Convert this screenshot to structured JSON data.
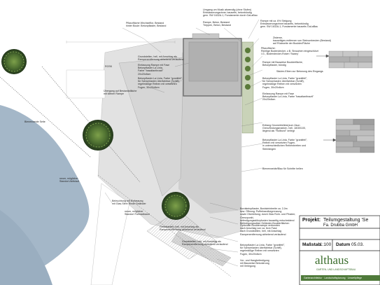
{
  "plan": {
    "annotations": {
      "a1": "Umgang um Musik abwendig (ohne Stufen)\nEntwässerungsrinne; bauseits, betonbündig\ngem. SW 1632A-1, Fundamente durch GaLaBau",
      "a2": "Pflanzfläche Wechselflor, Bestand\nhinter Boule: Betonpflaster, Bestand",
      "a3": "Rampe, Beton, Bestand\nTreppen, Beton, Bestand",
      "a4": "Rampe mit ca. 6% Steigung\nEntwässerungsrinne bauseits, betonbündig\ngem. SW 1632A-1, Fundamente bauseits GaLaBau",
      "a5": "Zisterne,\nbauseitiges entfernen von Steinumbeuten (Bestand)\nauf Rückseite der Boulder/Fläche",
      "a6": "Pflanzfläche:\nRichtige Bodendecker, z.B. Strauchen eingeschürzt\nI.G., Bodendecker-Rosen 'Swany'",
      "a7": "ROSK",
      "a8": "Grundstellen, hell, mit Anschlag als\nRampenentfernung abhebend verlaufend",
      "a9": "Einfassung Rampe mit Fase\nBetonpflaster La Linia,\nFarbe \"basaltanthrazit\"\n20x20x8cm",
      "a10": "Rampe mit Bauweise Boulderfläche,\nBetonpflaster, bündig",
      "a11": "Betonpflaster La Linia, Farbe \"granitfeil\",\nfür Schwerlasten überfahrbar (Schiff),\nregelmäßige Reihen mit versetzten\nFugen, 30x20x8cm",
      "a12": "Übergang auf Bestandsfläche\nmit kleiner Rampe",
      "a13": "Säulen-Eiben zur Betonung des Eingangs",
      "a14": "Betonpflaster La Linia, Farbe \"granitfeil\",\nfür Schwerlasten überfahrbar (Schiff),\nregelmäßige Reihen mit versetzten\nFugen, 30x20x8cm",
      "a15": "Einfassung Rampe mit Fase\nBetonpflaster La Linia, Farbe \"basaltanthrazit\"\n20x20x8cm",
      "a16": "Bienenweide Seite",
      "a17": "Entlang Geometrielinie(zum Zaun\nGrenzfindungsmarken, hell, 18/30/100,\nliegend als \"Rollbord\" verlegt",
      "a18": "Betonpflaster La Linia, Farbe \"granitfeil\",\nReihen mit versetzten Fugen,\nin unterschiedlichen Reihenbreiten und\nSteinlängen",
      "a19": "Bienenweide/Blau für Schritte hellen",
      "a20": "neuer, möglicher\nStandort Aktivlauf",
      "a21": "Beleuchtung mit Einfassung\nmit Glas-Stein Rinde Geländer",
      "a22": "neuer, möglicher\nStandort Fahrradbaum",
      "a23": "Grundstellen, hell, mit Anschlag als\nRampenentfernung abhebend verlaufend",
      "a24": "Bordsteinpflaster, Bordsteinbreite ca. 2,0m\nbzw. Öffnung: Pufferbandbegrenzung\nsowie Oberleitung; durch Glas Rohr- und Pfosten; Grenzpunkt,\nbefestigungsstützpfosten bauseitig entscheidend\nBefestigungssätze Geländer-Boulderflächen",
      "a25": "Optionale Boulderrampe verbunden\nnach Anschlag von ca. 6cm Fase\nnach Grundstellen, hell, mit Anschlag\nRampenentfernung abhebend verlaufend",
      "a26": "Grundstellen, hell, mit Anschlag als\nRampenentfernung abhebend verlaufend",
      "a27": "Betonpflaster La Linia, Farbe \"granitfeil\",\nfür Schwerlasten überfahrbar (Schiff),\nregelmäßige Reihen mit versetzten\nFugen, 30x20x8cm",
      "a28": "Vor- und Hangbefestigung\nmit Bauweise Betonierung\nmit Verlegung"
    }
  },
  "title_block": {
    "projekt_label": "Projekt:",
    "projekt_value": "Teilumgestaltung 'Se",
    "company": "Fa. Drubba GmbH",
    "massstab_label": "Maßstab",
    "massstab_value": "1:100",
    "datum_label": "Datum",
    "datum_value": "05.03.",
    "logo_text": "althaus",
    "logo_subtitle": "GARTEN- UND LANDSCHAFTSBAU",
    "tagline": "Gartenarchitektur · Landschaftsplanung · Umweltpflege"
  },
  "colors": {
    "water": "#a4b7c8",
    "paving_dark": "#b5b5b5",
    "paving_mid": "#cdcdcd",
    "paving_light": "#e0e0e0",
    "tree_green": "#3d5e2a",
    "logo_green": "#3c6e2e",
    "tagline_bg": "#4f7a3a"
  }
}
